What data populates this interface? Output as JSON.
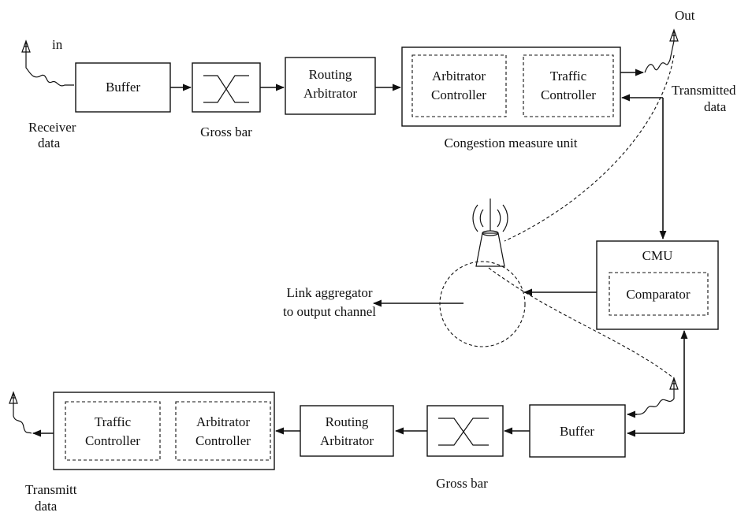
{
  "top_row": {
    "input_label": "in",
    "receiver_line1": "Receiver",
    "receiver_line2": "data",
    "buffer": "Buffer",
    "crossbar_caption": "Gross bar",
    "routing_line1": "Routing",
    "routing_line2": "Arbitrator",
    "arbitrator_line1": "Arbitrator",
    "arbitrator_line2": "Controller",
    "traffic_line1": "Traffic",
    "traffic_line2": "Controller",
    "congestion_caption": "Congestion measure unit",
    "out_label": "Out",
    "transmitted_line1": "Transmitted",
    "transmitted_line2": "data"
  },
  "middle": {
    "cmu_title": "CMU",
    "comparator": "Comparator",
    "link_line1": "Link aggregator",
    "link_line2": "to output channel"
  },
  "bottom_row": {
    "traffic_line1": "Traffic",
    "traffic_line2": "Controller",
    "arbitrator_line1": "Arbitrator",
    "arbitrator_line2": "Controller",
    "routing_line1": "Routing",
    "routing_line2": "Arbitrator",
    "crossbar_caption": "Gross bar",
    "buffer": "Buffer",
    "transmit_line1": "Transmitt",
    "transmit_line2": "data"
  }
}
